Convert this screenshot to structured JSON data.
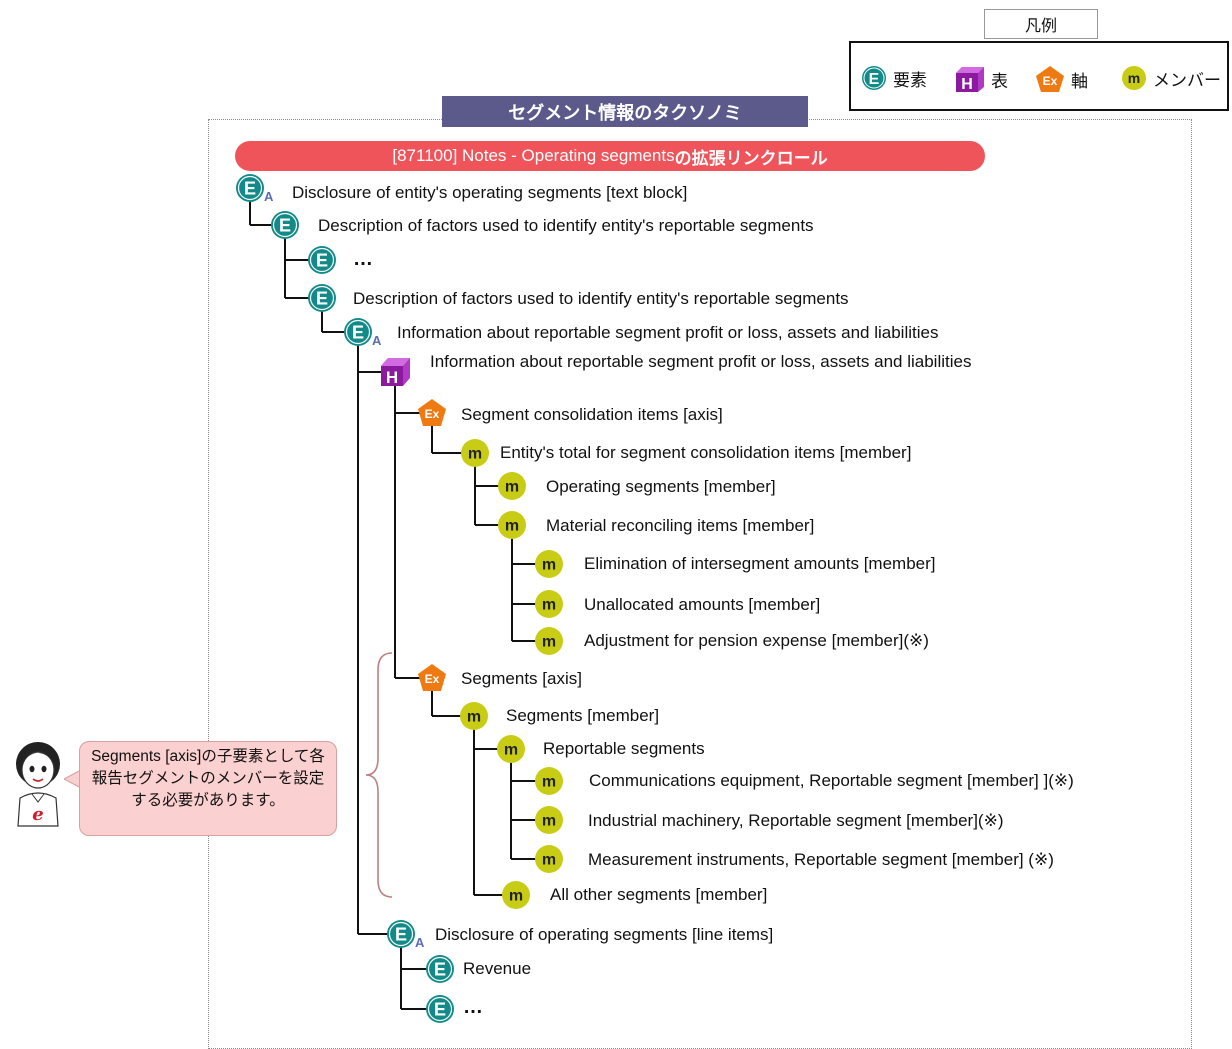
{
  "legend": {
    "title": "凡例",
    "items": [
      {
        "glyph": "E",
        "label": "要素",
        "icon": "element-icon"
      },
      {
        "glyph": "H",
        "label": "表",
        "icon": "hypercube-icon"
      },
      {
        "glyph": "Ex",
        "label": "軸",
        "icon": "axis-icon"
      },
      {
        "glyph": "m",
        "label": "メンバー",
        "icon": "member-icon"
      }
    ]
  },
  "banner": "セグメント情報のタクソノミ",
  "role": {
    "prefix": "[871100] Notes - Operating segments",
    "suffix": "の拡張リンクロール"
  },
  "nodes": [
    {
      "type": "E",
      "abstract": true,
      "label": "Disclosure of entity's operating segments [text block]"
    },
    {
      "type": "E",
      "abstract": false,
      "label": "Description of factors used to identify entity's reportable segments"
    },
    {
      "type": "E",
      "abstract": false,
      "label": "…"
    },
    {
      "type": "E",
      "abstract": false,
      "label": "Description of factors used to identify entity's reportable segments"
    },
    {
      "type": "E",
      "abstract": true,
      "label": "Information about reportable segment profit or loss, assets and liabilities"
    },
    {
      "type": "H",
      "abstract": false,
      "label": "Information about reportable segment profit or loss, assets and liabilities"
    },
    {
      "type": "Ex",
      "abstract": false,
      "label": "Segment consolidation items [axis]"
    },
    {
      "type": "m",
      "abstract": false,
      "label": "Entity's total for segment consolidation items [member]"
    },
    {
      "type": "m",
      "abstract": false,
      "label": "Operating segments [member]"
    },
    {
      "type": "m",
      "abstract": false,
      "label": "Material reconciling items [member]"
    },
    {
      "type": "m",
      "abstract": false,
      "label": "Elimination of intersegment amounts [member]"
    },
    {
      "type": "m",
      "abstract": false,
      "label": "Unallocated amounts [member]"
    },
    {
      "type": "m",
      "abstract": false,
      "label": "Adjustment for pension expense [member](※)"
    },
    {
      "type": "Ex",
      "abstract": false,
      "label": "Segments [axis]"
    },
    {
      "type": "m",
      "abstract": false,
      "label": "Segments [member]"
    },
    {
      "type": "m",
      "abstract": false,
      "label": "Reportable segments"
    },
    {
      "type": "m",
      "abstract": false,
      "label": "Communications equipment, Reportable segment [member] ](※)"
    },
    {
      "type": "m",
      "abstract": false,
      "label": "Industrial machinery, Reportable segment [member](※)"
    },
    {
      "type": "m",
      "abstract": false,
      "label": "Measurement instruments, Reportable segment [member] (※)"
    },
    {
      "type": "m",
      "abstract": false,
      "label": "All other segments [member]"
    },
    {
      "type": "E",
      "abstract": true,
      "label": "Disclosure of operating segments [line items]"
    },
    {
      "type": "E",
      "abstract": false,
      "label": "Revenue"
    },
    {
      "type": "E",
      "abstract": false,
      "label": "…"
    }
  ],
  "abstract_mark": "A",
  "bubble": {
    "text": "Segments [axis]の子要素として各報告セグメントのメンバーを設定する必要があります。"
  },
  "avatar_letter": "e",
  "colors": {
    "element": "#138a8a",
    "hypercube": "#8b1a9e",
    "axis": "#f07a12",
    "member": "#c8cc14",
    "banner": "#5c5a8a",
    "role_bar": "#f0545b",
    "bubble": "#fbd0d0"
  }
}
